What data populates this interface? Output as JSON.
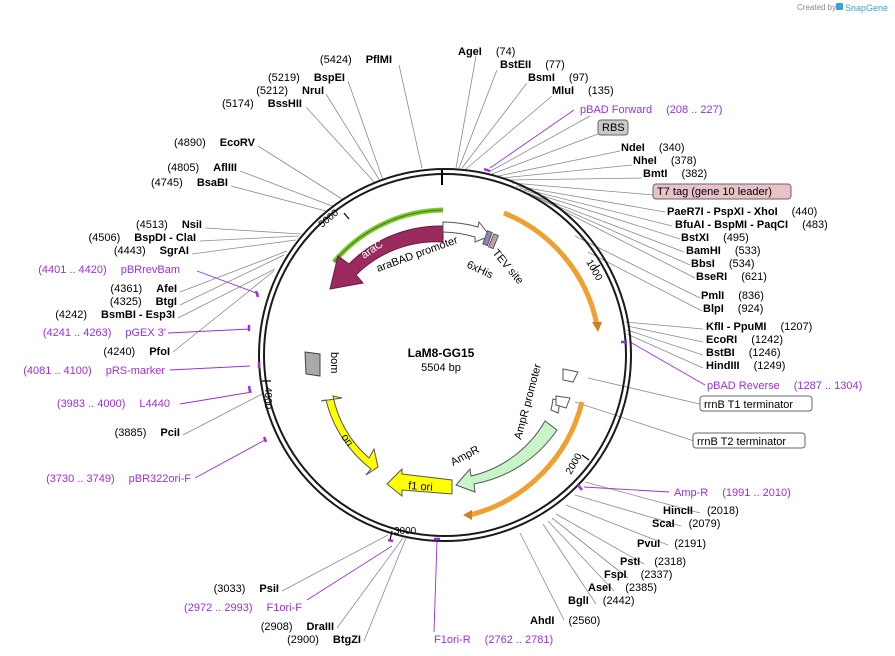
{
  "credit": {
    "prefix": "Created by",
    "brand": "SnapGene"
  },
  "plasmid": {
    "name": "LaM8-GG15",
    "size": "5504 bp"
  },
  "ruler": [
    "1000",
    "2000",
    "3000",
    "4000",
    "5000"
  ],
  "sites_right": [
    {
      "name": "AgeI",
      "pos": "(74)"
    },
    {
      "name": "BstEII",
      "pos": "(77)"
    },
    {
      "name": "BsmI",
      "pos": "(97)"
    },
    {
      "name": "MluI",
      "pos": "(135)"
    },
    {
      "name": "NdeI",
      "pos": "(340)"
    },
    {
      "name": "NheI",
      "pos": "(378)"
    },
    {
      "name": "BmtI",
      "pos": "(382)"
    },
    {
      "name": "PaeR7I - PspXI - XhoI",
      "pos": "(440)"
    },
    {
      "name": "BfuAI - BspMI - PaqCI",
      "pos": "(483)"
    },
    {
      "name": "BstXI",
      "pos": "(495)"
    },
    {
      "name": "BamHI",
      "pos": "(533)"
    },
    {
      "name": "BbsI",
      "pos": "(534)"
    },
    {
      "name": "BseRI",
      "pos": "(621)"
    },
    {
      "name": "PmlI",
      "pos": "(836)"
    },
    {
      "name": "BlpI",
      "pos": "(924)"
    },
    {
      "name": "KflI - PpuMI",
      "pos": "(1207)"
    },
    {
      "name": "EcoRI",
      "pos": "(1242)"
    },
    {
      "name": "BstBI",
      "pos": "(1246)"
    },
    {
      "name": "HindIII",
      "pos": "(1249)"
    },
    {
      "name": "HincII",
      "pos": "(2018)"
    },
    {
      "name": "ScaI",
      "pos": "(2079)"
    },
    {
      "name": "PvuI",
      "pos": "(2191)"
    },
    {
      "name": "PstI",
      "pos": "(2318)"
    },
    {
      "name": "FspI",
      "pos": "(2337)"
    },
    {
      "name": "AseI",
      "pos": "(2385)"
    },
    {
      "name": "BglI",
      "pos": "(2442)"
    },
    {
      "name": "AhdI",
      "pos": "(2560)"
    }
  ],
  "sites_left": [
    {
      "name": "PflMI",
      "pos": "(5424)"
    },
    {
      "name": "BspEI",
      "pos": "(5219)"
    },
    {
      "name": "NruI",
      "pos": "(5212)"
    },
    {
      "name": "BssHII",
      "pos": "(5174)"
    },
    {
      "name": "EcoRV",
      "pos": "(4890)"
    },
    {
      "name": "AflIII",
      "pos": "(4805)"
    },
    {
      "name": "BsaBI",
      "pos": "(4745)"
    },
    {
      "name": "NsiI",
      "pos": "(4513)"
    },
    {
      "name": "BspDI - ClaI",
      "pos": "(4506)"
    },
    {
      "name": "SgrAI",
      "pos": "(4443)"
    },
    {
      "name": "AfeI",
      "pos": "(4361)"
    },
    {
      "name": "BtgI",
      "pos": "(4325)"
    },
    {
      "name": "BsmBI - Esp3I",
      "pos": "(4242)"
    },
    {
      "name": "PfoI",
      "pos": "(4240)"
    },
    {
      "name": "PciI",
      "pos": "(3885)"
    },
    {
      "name": "PsiI",
      "pos": "(3033)"
    },
    {
      "name": "DraIII",
      "pos": "(2908)"
    },
    {
      "name": "BtgZI",
      "pos": "(2900)"
    }
  ],
  "primers": [
    {
      "name": "pBAD Forward",
      "range": "(208 .. 227)"
    },
    {
      "name": "pBAD Reverse",
      "range": "(1287 .. 1304)"
    },
    {
      "name": "Amp-R",
      "range": "(1991 .. 2010)"
    },
    {
      "name": "F1ori-R",
      "range": "(2762 .. 2781)"
    },
    {
      "name": "F1ori-F",
      "range": "(2972 .. 2993)"
    },
    {
      "name": "pBR322ori-F",
      "range": "(3730 .. 3749)"
    },
    {
      "name": "L4440",
      "range": "(3983 .. 4000)"
    },
    {
      "name": "pRS-marker",
      "range": "(4081 .. 4100)"
    },
    {
      "name": "pGEX 3'",
      "range": "(4241 .. 4263)"
    },
    {
      "name": "pBRrevBam",
      "range": "(4401 .. 4420)"
    }
  ],
  "boxed_features": [
    {
      "label": "RBS",
      "color": "#c8c8c8"
    },
    {
      "label": "T7 tag (gene 10 leader)",
      "color": "#e8c2c8"
    },
    {
      "label": "rrnB T1 terminator",
      "color": "#ffffff"
    },
    {
      "label": "rrnB T2 terminator",
      "color": "#ffffff"
    }
  ],
  "features": {
    "araC": "araC",
    "araBAD": "araBAD promoter",
    "sixhis": "6xHis",
    "tev": "TEV site",
    "bom": "bom",
    "ori": "ori",
    "f1ori": "f1 ori",
    "ampr": "AmpR",
    "ampr_promoter": "AmpR promoter"
  },
  "colors": {
    "araC": "#9b2a5e",
    "araBAD": "#ffffff",
    "ampr": "#c8f5c8",
    "ori": "#ffff00",
    "bom": "#a9a9a9",
    "orf_green": "#7ec832",
    "orf_orange": "#f0a030",
    "primer": "#9b30d9"
  }
}
